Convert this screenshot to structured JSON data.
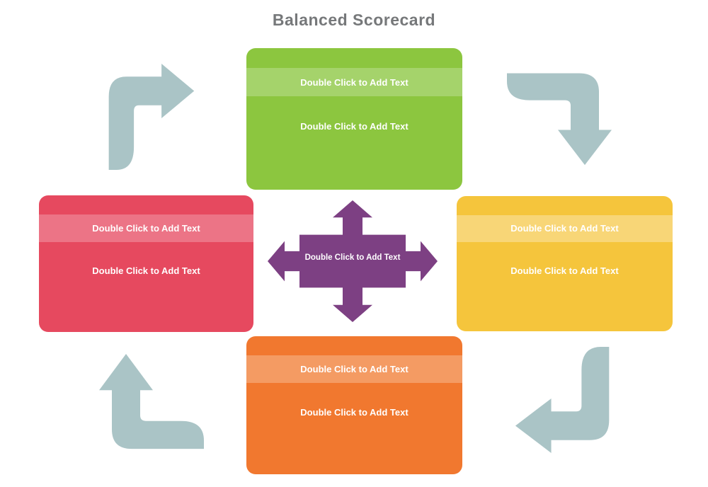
{
  "title": "Balanced Scorecard",
  "center": {
    "label": "Double Click to Add Text"
  },
  "cards": {
    "top": {
      "header": "Double Click to Add Text",
      "body": "Double Click to Add Text"
    },
    "right": {
      "header": "Double Click to Add Text",
      "body": "Double Click to Add Text"
    },
    "bottom": {
      "header": "Double Click to Add Text",
      "body": "Double Click to Add Text"
    },
    "left": {
      "header": "Double Click to Add Text",
      "body": "Double Click to Add Text"
    }
  },
  "colors": {
    "title_text": "#76787a",
    "card_top": {
      "main": "#8cc63f",
      "band": "#a5d36b"
    },
    "card_right": {
      "main": "#f5c53c",
      "band": "#f8d677"
    },
    "card_bottom": {
      "main": "#f1782f",
      "band": "#f49b63"
    },
    "card_left": {
      "main": "#e6495f",
      "band": "#ec7486"
    },
    "center_shape": "#7d4083",
    "arrow": "#aac4c6",
    "card_text": "#ffffff"
  }
}
